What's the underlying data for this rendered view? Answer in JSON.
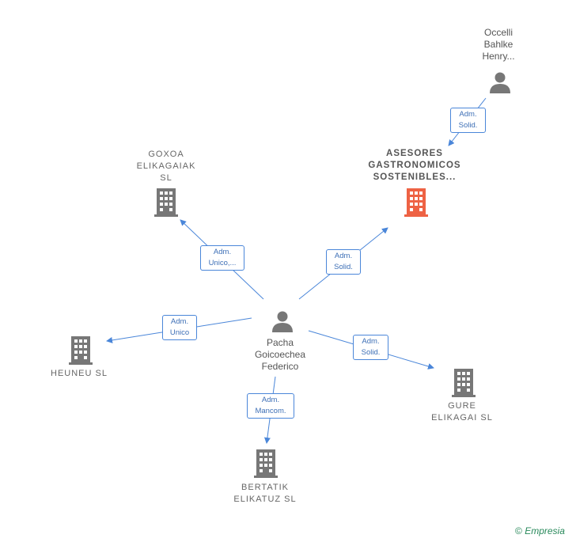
{
  "nodes": [
    {
      "id": "occelli",
      "kind": "person",
      "lines": [
        "Occelli",
        "Bahlke",
        "Henry..."
      ]
    },
    {
      "id": "asesores",
      "kind": "company-main",
      "lines": [
        "ASESORES",
        "GASTRONOMICOS",
        "SOSTENIBLES..."
      ]
    },
    {
      "id": "goxoa",
      "kind": "company",
      "lines": [
        "GOXOA",
        "ELIKAGAIAK",
        "SL"
      ]
    },
    {
      "id": "pacha",
      "kind": "person",
      "lines": [
        "Pacha",
        "Goicoechea",
        "Federico"
      ]
    },
    {
      "id": "heuneu",
      "kind": "company",
      "lines": [
        "HEUNEU SL"
      ]
    },
    {
      "id": "gure",
      "kind": "company",
      "lines": [
        "GURE",
        "ELIKAGAI SL"
      ]
    },
    {
      "id": "bertatik",
      "kind": "company",
      "lines": [
        "BERTATIK",
        "ELIKATUZ SL"
      ]
    }
  ],
  "edges": [
    {
      "id": "occelli-asesores",
      "lines": [
        "Adm.",
        "Solid."
      ]
    },
    {
      "id": "pacha-goxoa",
      "lines": [
        "Adm.",
        "Unico,..."
      ]
    },
    {
      "id": "pacha-asesores",
      "lines": [
        "Adm.",
        "Solid."
      ]
    },
    {
      "id": "pacha-heuneu",
      "lines": [
        "Adm.",
        "Unico"
      ]
    },
    {
      "id": "pacha-gure",
      "lines": [
        "Adm.",
        "Solid."
      ]
    },
    {
      "id": "pacha-bertatik",
      "lines": [
        "Adm.",
        "Mancom."
      ]
    }
  ],
  "colors": {
    "edge": "#4a86d9",
    "company": "#777777",
    "company_main": "#ee6244",
    "person": "#777777"
  },
  "footer": {
    "copyright": "©",
    "brand": "Empresia"
  }
}
